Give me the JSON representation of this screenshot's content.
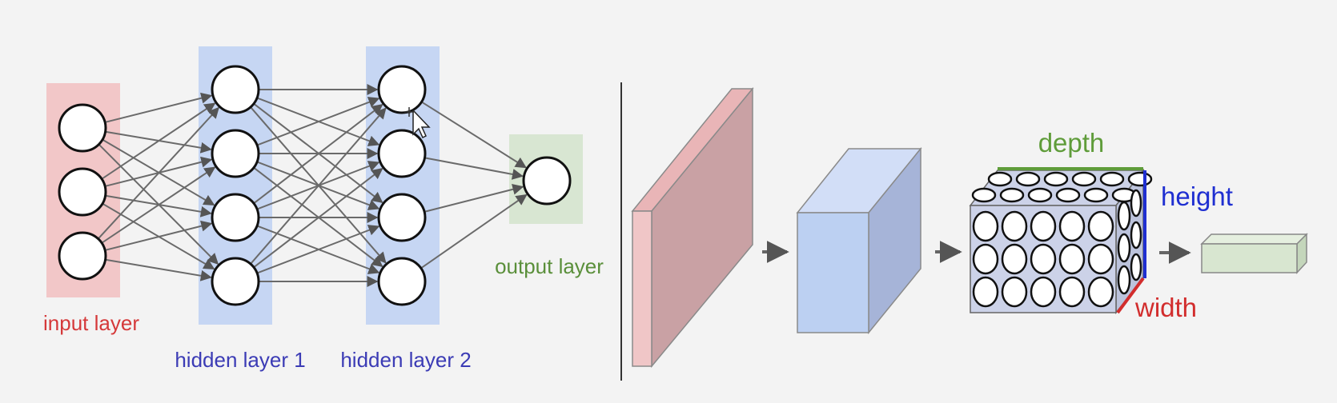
{
  "nn": {
    "input_label": "input layer",
    "hidden1_label": "hidden layer 1",
    "hidden2_label": "hidden layer 2",
    "output_label": "output layer",
    "layer_sizes": [
      3,
      4,
      4,
      1
    ]
  },
  "cnn": {
    "depth_label": "depth",
    "height_label": "height",
    "width_label": "width",
    "block_grid": {
      "front_rows": 3,
      "front_cols": 5,
      "top_rows": 2
    }
  },
  "colors": {
    "background": "#f3f3f3",
    "input_band": "#f2c7c8",
    "hidden_band": "#c6d6f3",
    "output_band": "#d8e6d2",
    "input_label": "#d5393a",
    "hidden_label": "#3b3bb5",
    "output_label": "#5a8f3a",
    "connection": "#6a6a6a",
    "node_stroke": "#111111",
    "slab_front": "#c9a1a4",
    "slab_side": "#f0c6c7",
    "slab_top": "#e9b5b7",
    "cube_front": "#bcd0f2",
    "cube_side": "#a6b4d8",
    "cube_top": "#d2def7",
    "grid_block": "#ccd2e8",
    "depth_color": "#5f9c3a",
    "height_color": "#1f2fd1",
    "width_color": "#d22d2d",
    "flat_front": "#d8e6d0",
    "flat_top": "#e5efdf",
    "flat_side": "#c4d6bb",
    "divider": "#333333",
    "arrow": "#666666"
  }
}
